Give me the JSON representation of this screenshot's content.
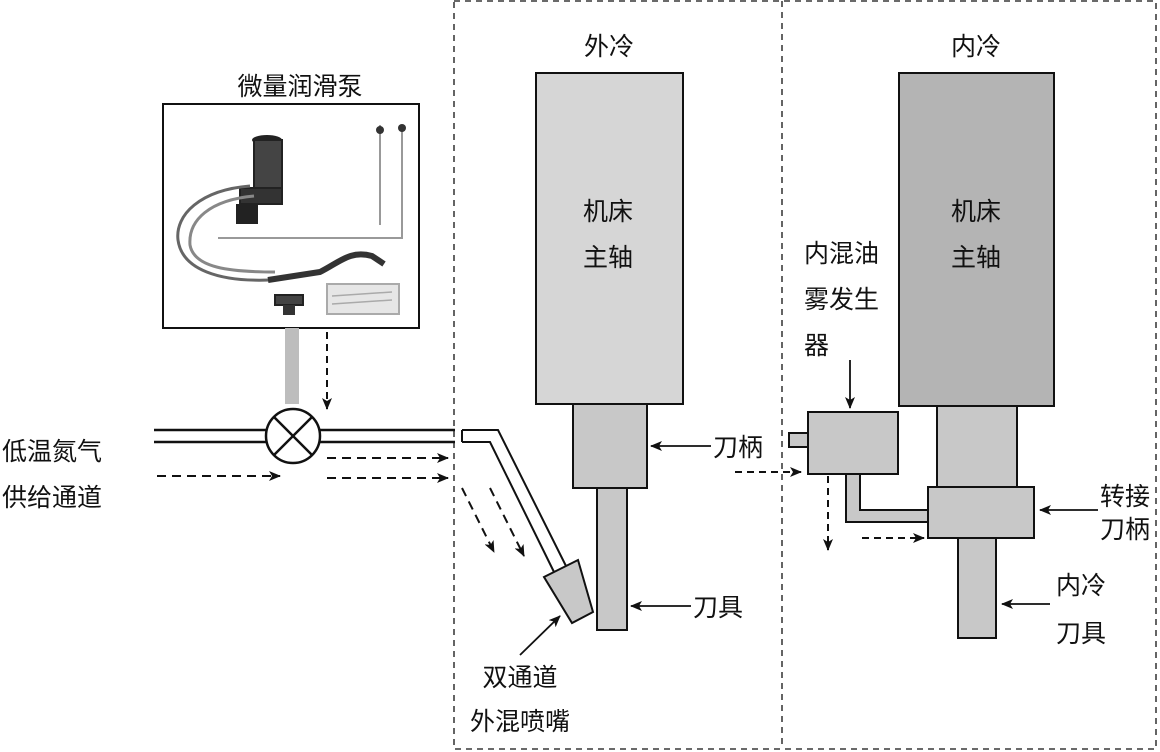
{
  "labels": {
    "pump_title": "微量润滑泵",
    "external_title": "外冷",
    "internal_title": "内冷",
    "spindle_ext_line1": "机床",
    "spindle_ext_line2": "主轴",
    "spindle_int_line1": "机床",
    "spindle_int_line2": "主轴",
    "generator_line1": "内混油",
    "generator_line2": "雾发生",
    "generator_line3": "器",
    "nitrogen_line1": "低温氮气",
    "nitrogen_line2": "供给通道",
    "toolholder": "刀柄",
    "tool": "刀具",
    "adapter_line1": "转接",
    "adapter_line2": "刀柄",
    "internal_tool_line1": "内冷",
    "internal_tool_line2": "刀具",
    "nozzle_line1": "双通道",
    "nozzle_line2": "外混喷嘴"
  },
  "colors": {
    "spindle_external": "#d6d6d6",
    "spindle_internal": "#b4b4b4",
    "toolholder_fill": "#c8c8c8",
    "outline": "#111111",
    "pump_connector": "#bdbdbd"
  }
}
